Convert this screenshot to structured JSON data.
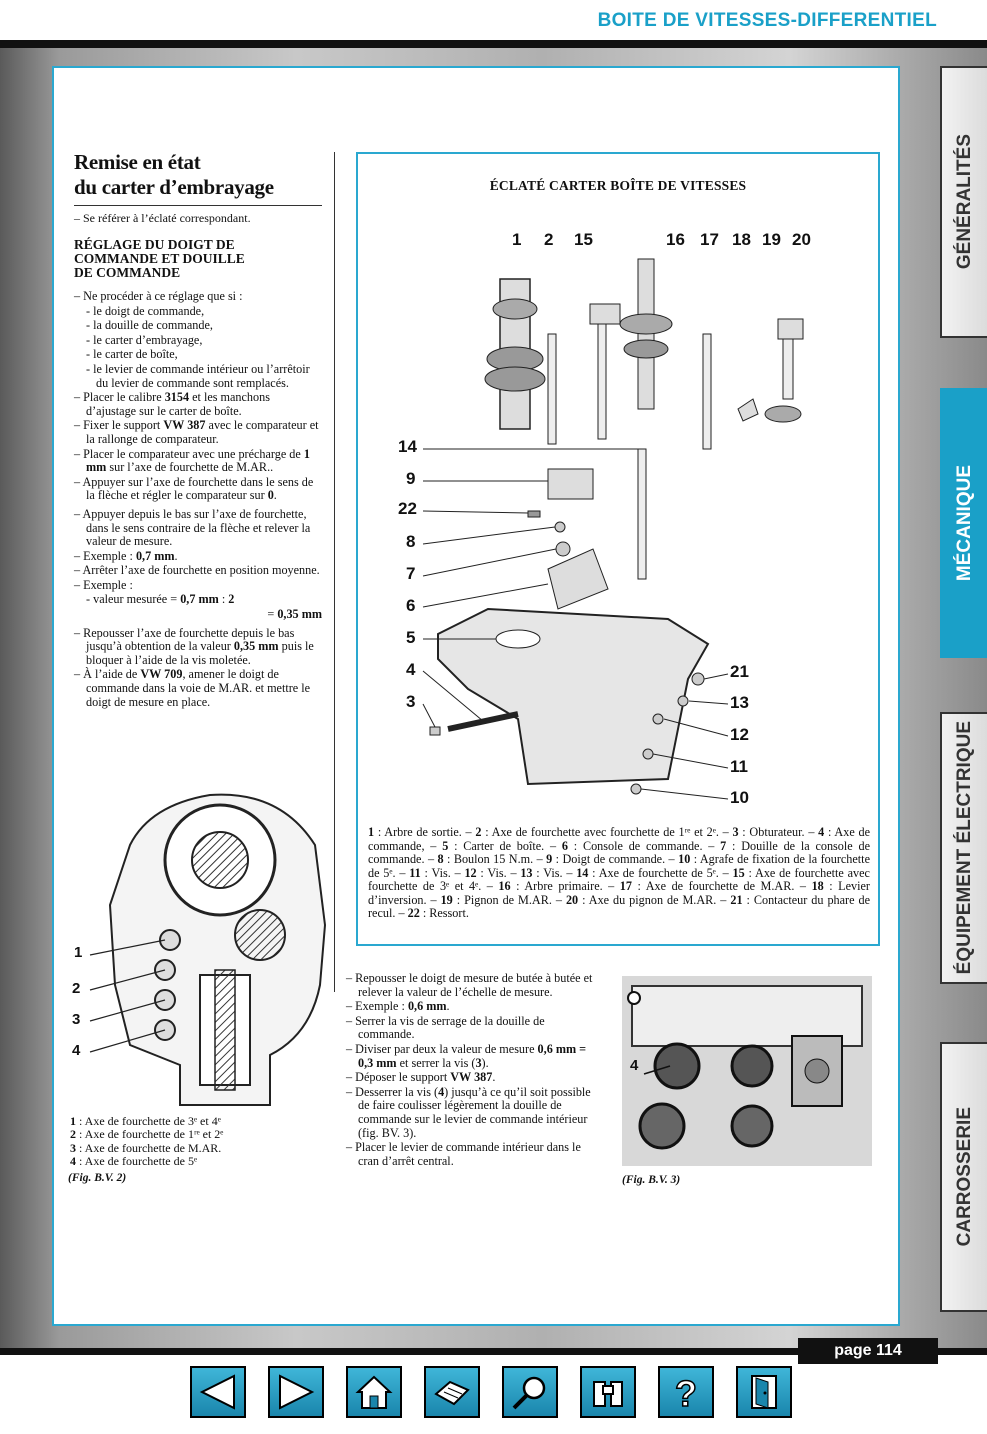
{
  "header": {
    "title": "BOITE DE VITESSES-DIFFERENTIEL"
  },
  "tabs": [
    {
      "label": "GÉNÉRALITÉS",
      "active": false
    },
    {
      "label": "MÉCANIQUE",
      "active": true
    },
    {
      "label": "ÉQUIPEMENT ÉLECTRIQUE",
      "active": false
    },
    {
      "label": "CARROSSERIE",
      "active": false
    }
  ],
  "left": {
    "title_line1": "Remise en état",
    "title_line2": "du carter d’embrayage",
    "intro": "– Se référer à l’éclaté correspondant.",
    "section_line1": "RÉGLAGE DU DOIGT DE",
    "section_line2": "COMMANDE ET DOUILLE",
    "section_line3": "DE COMMANDE",
    "l01": "– Ne procéder à ce réglage que si :",
    "l02": "- le doigt de commande,",
    "l03": "- la douille de commande,",
    "l04": "- le carter d’embrayage,",
    "l05": "- le carter de boîte,",
    "l06": "- le levier de commande intérieur ou l’arrêtoir du levier de commande sont remplacés.",
    "l07a": "– Placer le calibre ",
    "l07b": "3154",
    "l07c": " et les manchons d’ajustage sur le carter de boîte.",
    "l08a": "– Fixer le support ",
    "l08b": "VW 387",
    "l08c": " avec le comparateur et la rallonge de comparateur.",
    "l09a": "– Placer le comparateur avec une précharge de ",
    "l09b": "1 mm",
    "l09c": " sur l’axe de fourchette de M.AR..",
    "l10a": "– Appuyer sur l’axe de fourchette dans le sens de la flèche et régler le comparateur sur ",
    "l10b": "0",
    "l10c": ".",
    "l11": "– Appuyer depuis le bas sur l’axe de fourchette, dans le sens contraire de la flèche et relever la valeur de mesure.",
    "l12a": "– Exemple : ",
    "l12b": "0,7 mm",
    "l12c": ".",
    "l13": "– Arrêter l’axe de fourchette en position moyenne.",
    "l14": "– Exemple :",
    "l15a": "- valeur mesurée = ",
    "l15b": "0,7 mm",
    "l15c": " : ",
    "l15d": "2",
    "l16a": "= ",
    "l16b": "0,35 mm",
    "l17a": "– Repousser l’axe de fourchette depuis le bas jusqu’à obtention de la valeur ",
    "l17b": "0,35 mm",
    "l17c": " puis le bloquer à l’aide de la vis moletée.",
    "l18a": "– À l’aide de ",
    "l18b": "VW 709",
    "l18c": ", amener le doigt de commande dans la voie de M.AR. et mettre le doigt de mesure en place."
  },
  "fig1": {
    "labels": [
      "1",
      "2",
      "3",
      "4"
    ],
    "legend": [
      {
        "n": "1",
        "text": " : Axe de fourchette de 3ᵉ et 4ᵉ"
      },
      {
        "n": "2",
        "text": " : Axe de fourchette de 1ʳᵉ et 2ᵉ"
      },
      {
        "n": "3",
        "text": " : Axe de fourchette de M.AR."
      },
      {
        "n": "4",
        "text": " : Axe de fourchette de 5ᵉ"
      }
    ],
    "caption": "(Fig. B.V. 2)"
  },
  "exploded": {
    "title": "ÉCLATÉ CARTER BOÎTE DE VITESSES",
    "top_numbers": [
      "1",
      "2",
      "15",
      "16",
      "17",
      "18",
      "19",
      "20"
    ],
    "left_numbers": [
      "14",
      "9",
      "22",
      "8",
      "7",
      "6",
      "5",
      "4",
      "3"
    ],
    "right_numbers": [
      "21",
      "13",
      "12",
      "11",
      "10"
    ],
    "legend": [
      {
        "n": "1",
        "text": " : Arbre de sortie. – "
      },
      {
        "n": "2",
        "text": " : Axe de fourchette avec fourchette de 1ʳᵉ et 2ᵉ. – "
      },
      {
        "n": "3",
        "text": " : Obturateur. – "
      },
      {
        "n": "4",
        "text": " : Axe de commande, – "
      },
      {
        "n": "5",
        "text": " : Carter de boîte. – "
      },
      {
        "n": "6",
        "text": " : Console de commande. – "
      },
      {
        "n": "7",
        "text": " : Douille de la console de commande. – "
      },
      {
        "n": "8",
        "text": " : Boulon 15 N.m. – "
      },
      {
        "n": "9",
        "text": " : Doigt de commande. – "
      },
      {
        "n": "10",
        "text": " : Agrafe de fixation de la fourchette de 5ᵉ. – "
      },
      {
        "n": "11",
        "text": " : Vis. – "
      },
      {
        "n": "12",
        "text": " : Vis. – "
      },
      {
        "n": "13",
        "text": " : Vis. – "
      },
      {
        "n": "14",
        "text": " : Axe de fourchette de 5ᵉ. – "
      },
      {
        "n": "15",
        "text": " : Axe de fourchette avec fourchette de 3ᵉ et 4ᵉ. – "
      },
      {
        "n": "16",
        "text": " : Arbre primaire. – "
      },
      {
        "n": "17",
        "text": " : Axe de fourchette de M.AR. – "
      },
      {
        "n": "18",
        "text": " : Levier d’inversion. – "
      },
      {
        "n": "19",
        "text": " : Pignon de M.AR. – "
      },
      {
        "n": "20",
        "text": " : Axe du pignon de M.AR. – "
      },
      {
        "n": "21",
        "text": " : Contacteur du phare de recul. – "
      },
      {
        "n": "22",
        "text": " : Ressort."
      }
    ]
  },
  "mid": {
    "m1": "– Repousser le doigt de mesure de butée à butée et relever la valeur de l’échelle de mesure.",
    "m2a": "– Exemple : ",
    "m2b": "0,6 mm",
    "m2c": ".",
    "m3": "– Serrer la vis de serrage de la douille de commande.",
    "m4a": "– Diviser par deux la valeur de mesure ",
    "m4b": "0,6 mm = 0,3 mm",
    "m4c": " et serrer la vis (",
    "m4d": "3",
    "m4e": ").",
    "m5a": "– Déposer le support ",
    "m5b": "VW 387",
    "m5c": ".",
    "m6a": "– Desserrer la vis (",
    "m6b": "4",
    "m6c": ") jusqu’à ce qu’il soit possible de faire coulisser légèrement la douille de commande sur le levier de commande intérieur (fig. BV. 3).",
    "m7": "– Placer le levier de commande intérieur dans le cran d’arrêt central."
  },
  "fig3": {
    "label": "4",
    "caption": "(Fig. B.V. 3)"
  },
  "footer": {
    "page": "page 114"
  },
  "nav": [
    "previous-icon",
    "next-icon",
    "home-icon",
    "print-icon",
    "search-icon",
    "find-icon",
    "help-icon",
    "exit-icon"
  ]
}
